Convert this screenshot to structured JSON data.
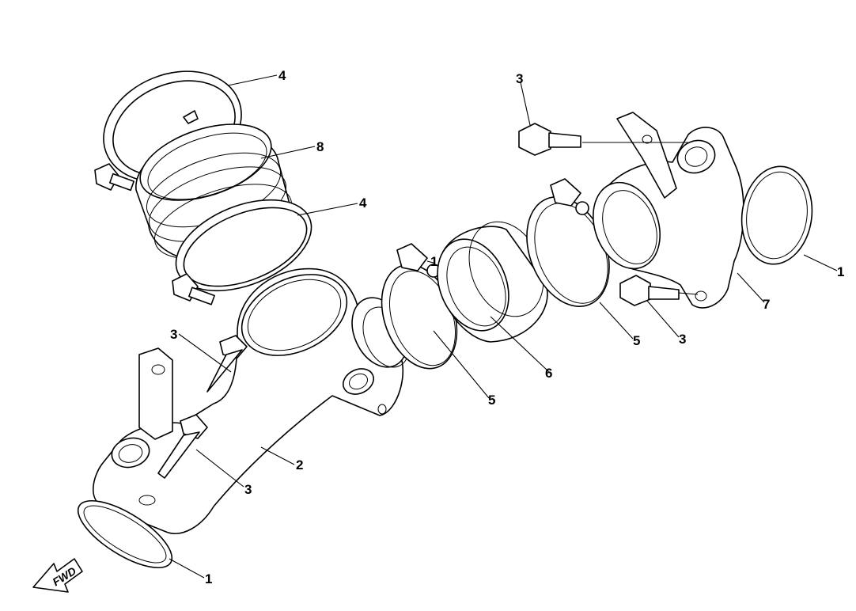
{
  "callouts": {
    "c1_left": "1",
    "c1_right": "1",
    "c1_clamp": "1",
    "c2": "2",
    "c3_top": "3",
    "c3_left_upper": "3",
    "c3_left_lower": "3",
    "c3_right": "3",
    "c4_top": "4",
    "c4_mid": "4",
    "c5_left": "5",
    "c5_right": "5",
    "c6": "6",
    "c7": "7",
    "c8": "8"
  },
  "fwd_label": "FWD"
}
